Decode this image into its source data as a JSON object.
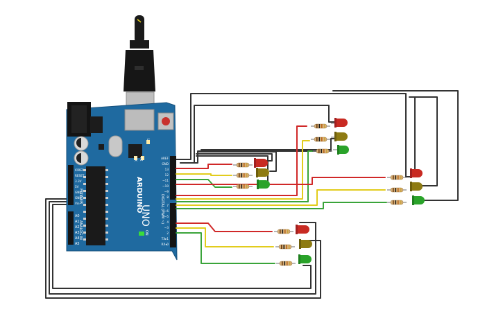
{
  "board": {
    "brand": "ARDUINO",
    "model": "UNO",
    "on_label": "ON",
    "tx_label": "TX",
    "rx_label": "RX",
    "l_label": "L",
    "power_header_label": "POWER",
    "analog_header_label": "ANALOG IN",
    "digital_header_label": "DIGITAL (PWM ~)",
    "power_pins": [
      "IOREF",
      "RESET",
      "3.3V",
      "5V",
      "GND",
      "GND",
      "Vin"
    ],
    "analog_pins": [
      "A0",
      "A1",
      "A2",
      "A3",
      "A4",
      "A5"
    ],
    "digital_pins_top": [
      "AREF",
      "GND",
      "13",
      "12",
      "~11",
      "~10",
      "~9",
      "8"
    ],
    "digital_pins_bottom": [
      "7",
      "~6",
      "~5",
      "4",
      "~3",
      "2",
      "TX▸1",
      "RX◂0"
    ]
  },
  "colors": {
    "board": "#1f6aa0",
    "wire_red": "#d02828",
    "wire_yellow": "#e2cc1c",
    "wire_green": "#3aa43a",
    "wire_black": "#333333",
    "led_red": "#c82a22",
    "led_yellow": "#8e7b12",
    "led_green": "#2aa32a"
  },
  "leds": [
    {
      "id": "g1-red",
      "color": "red"
    },
    {
      "id": "g1-yellow",
      "color": "yellow"
    },
    {
      "id": "g1-green",
      "color": "green"
    },
    {
      "id": "g2-red",
      "color": "red"
    },
    {
      "id": "g2-yellow",
      "color": "yellow"
    },
    {
      "id": "g2-green",
      "color": "green"
    },
    {
      "id": "g3-red",
      "color": "red"
    },
    {
      "id": "g3-yellow",
      "color": "yellow"
    },
    {
      "id": "g3-green",
      "color": "green"
    },
    {
      "id": "g4-red",
      "color": "red"
    },
    {
      "id": "g4-yellow",
      "color": "yellow"
    },
    {
      "id": "g4-green",
      "color": "green"
    }
  ]
}
